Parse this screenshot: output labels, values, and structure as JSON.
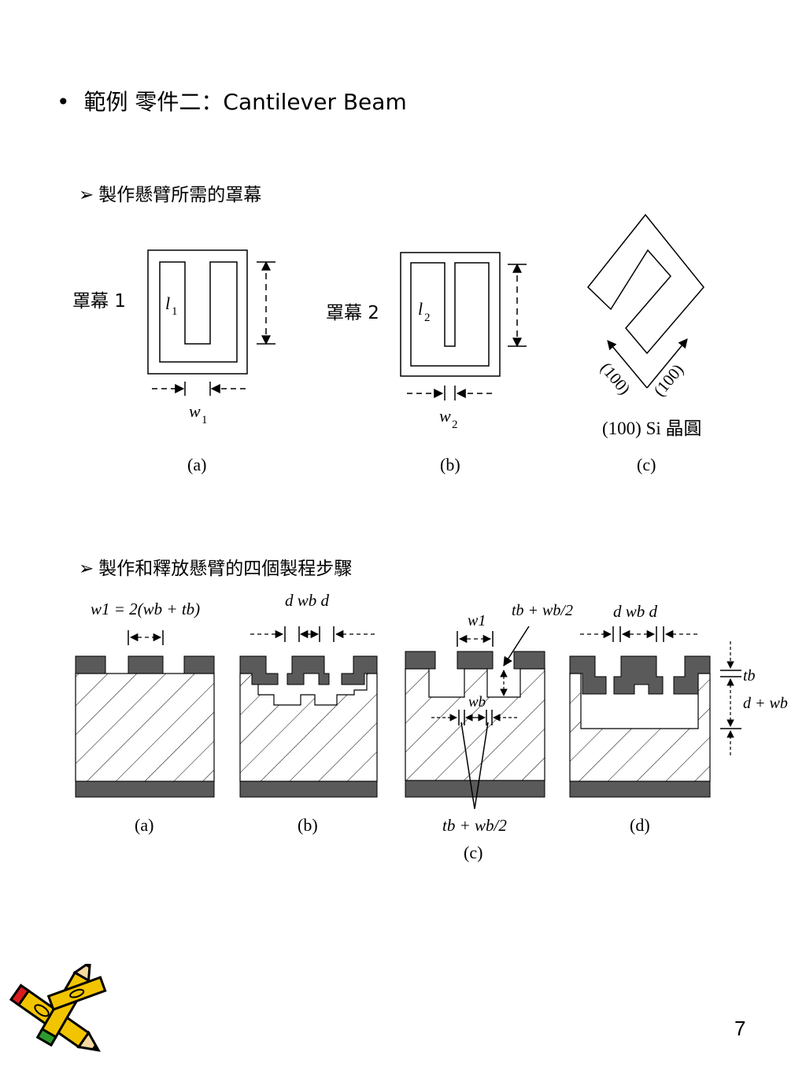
{
  "slide": {
    "bullet": "•",
    "title_cjk": "範例 零件二：",
    "title_latin": "Cantilever Beam",
    "subsection_marker": "➢",
    "section1": "製作懸臂所需的罩幕",
    "section2": "製作和釋放懸臂的四個製程步驟",
    "page_number": "7"
  },
  "figure_masks": {
    "mask1_label": "罩幕 1",
    "mask2_label": "罩幕 2",
    "l1_var": "l",
    "l1_sub": "1",
    "l2_var": "l",
    "l2_sub": "2",
    "w1_var": "w",
    "w1_sub": "1",
    "w2_var": "w",
    "w2_sub": "2",
    "dir_left": "(100)",
    "dir_right": "(100)",
    "wafer_label": "(100) Si 晶圓",
    "caption_a": "(a)",
    "caption_b": "(b)",
    "caption_c": "(c)"
  },
  "figure_process": {
    "eq_a": "w1 = 2(wb + tb)",
    "label_b": "d wb d",
    "label_c_top_w": "w1",
    "label_c_top_eq": "tb + wb/2",
    "label_c_mid": "wb",
    "label_c_bottom": "tb + wb/2",
    "label_d": "d  wb  d",
    "label_tb": "tb",
    "label_dwb": "d + wb",
    "caption_a": "(a)",
    "caption_b": "(b)",
    "caption_c": "(c)",
    "caption_d": "(d)"
  },
  "colors": {
    "mask_fill": "#5a5a5a",
    "line": "#000000",
    "pencil_yellow": "#f2c400",
    "pencil_red": "#d81e1e",
    "pencil_green": "#2e9a2e"
  }
}
